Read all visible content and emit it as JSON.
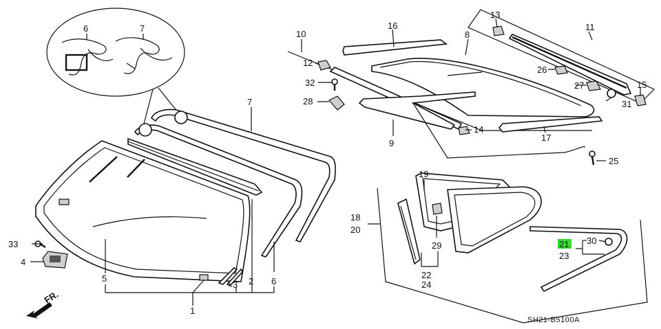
{
  "parts": {
    "p1": "1",
    "p2": "2",
    "p3": "3",
    "p4": "4",
    "p5": "5",
    "p6": "6",
    "p6b": "6",
    "p7": "7",
    "p7b": "7",
    "p8": "8",
    "p9": "9",
    "p10": "10",
    "p11": "11",
    "p12": "12",
    "p13": "13",
    "p14": "14",
    "p15": "15",
    "p16": "16",
    "p17": "17",
    "p18": "18",
    "p19": "19",
    "p20": "20",
    "p21": "21",
    "p22": "22",
    "p23": "23",
    "p24": "24",
    "p25": "25",
    "p26": "26",
    "p27": "27",
    "p28": "28",
    "p29": "29",
    "p30": "30",
    "p31": "31",
    "p32": "32",
    "p33": "33"
  },
  "front_marker": "FR.",
  "diagram_code": "SH21-B5100A",
  "highlight_color": "#33dd33"
}
